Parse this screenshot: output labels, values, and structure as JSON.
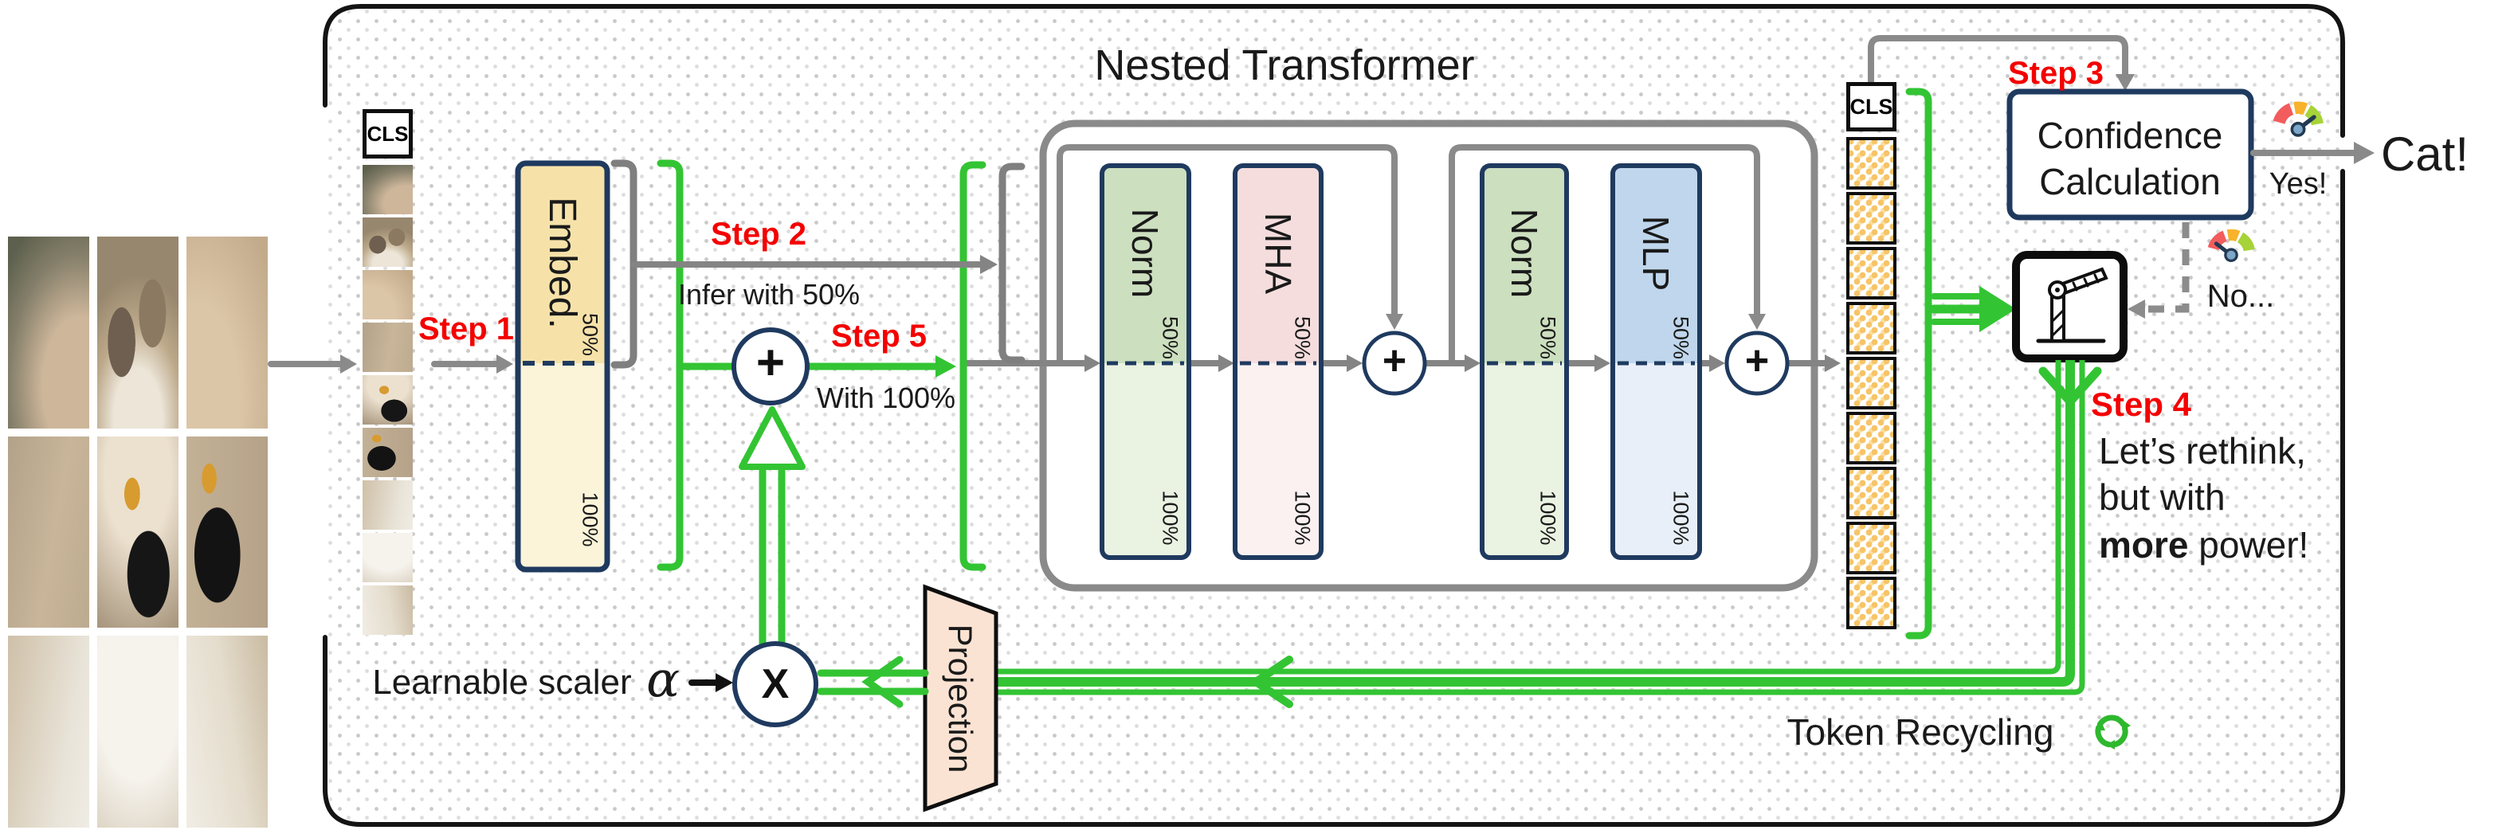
{
  "colors": {
    "accent_green": "#33c433",
    "line_gray": "#848484",
    "navy": "#1f3a5f",
    "step_red": "#f40000",
    "embed_fill": "#f6e2a9",
    "norm_fill": "#ccdfbe",
    "mha_fill": "#f5dddd",
    "mlp_fill": "#bfd6ec",
    "projection_fill": "#fbe3d3",
    "token_confetti": "#f6c468"
  },
  "steps": {
    "step1": "Step 1",
    "step2": "Step 2",
    "step2_sub": "Infer with 50%",
    "step3": "Step 3",
    "step4": "Step 4",
    "step5": "Step 5",
    "step5_sub": "With 100%"
  },
  "rethink": {
    "line1": "Let’s rethink,",
    "line2": "but with",
    "line3_bold": "more",
    "line3_rest": " power!"
  },
  "embed": {
    "label": "Embed.",
    "half": "50%",
    "full": "100%"
  },
  "transformer": {
    "title": "Nested Transformer",
    "blocks": [
      {
        "label": "Norm"
      },
      {
        "label": "MHA"
      },
      {
        "label": "Norm"
      },
      {
        "label": "MLP"
      }
    ],
    "half": "50%",
    "full": "100%"
  },
  "tokens": {
    "cls": "CLS",
    "input_patch_count": 9,
    "output_patch_count": 9
  },
  "confidence": {
    "line1": "Confidence",
    "line2": "Calculation",
    "yes": "Yes!",
    "no": "No...",
    "result": "Cat!"
  },
  "recycling": {
    "label": "Token Recycling",
    "scaler_label": "Learnable scaler",
    "alpha": "α",
    "operator_plus": "+",
    "operator_times": "X"
  }
}
